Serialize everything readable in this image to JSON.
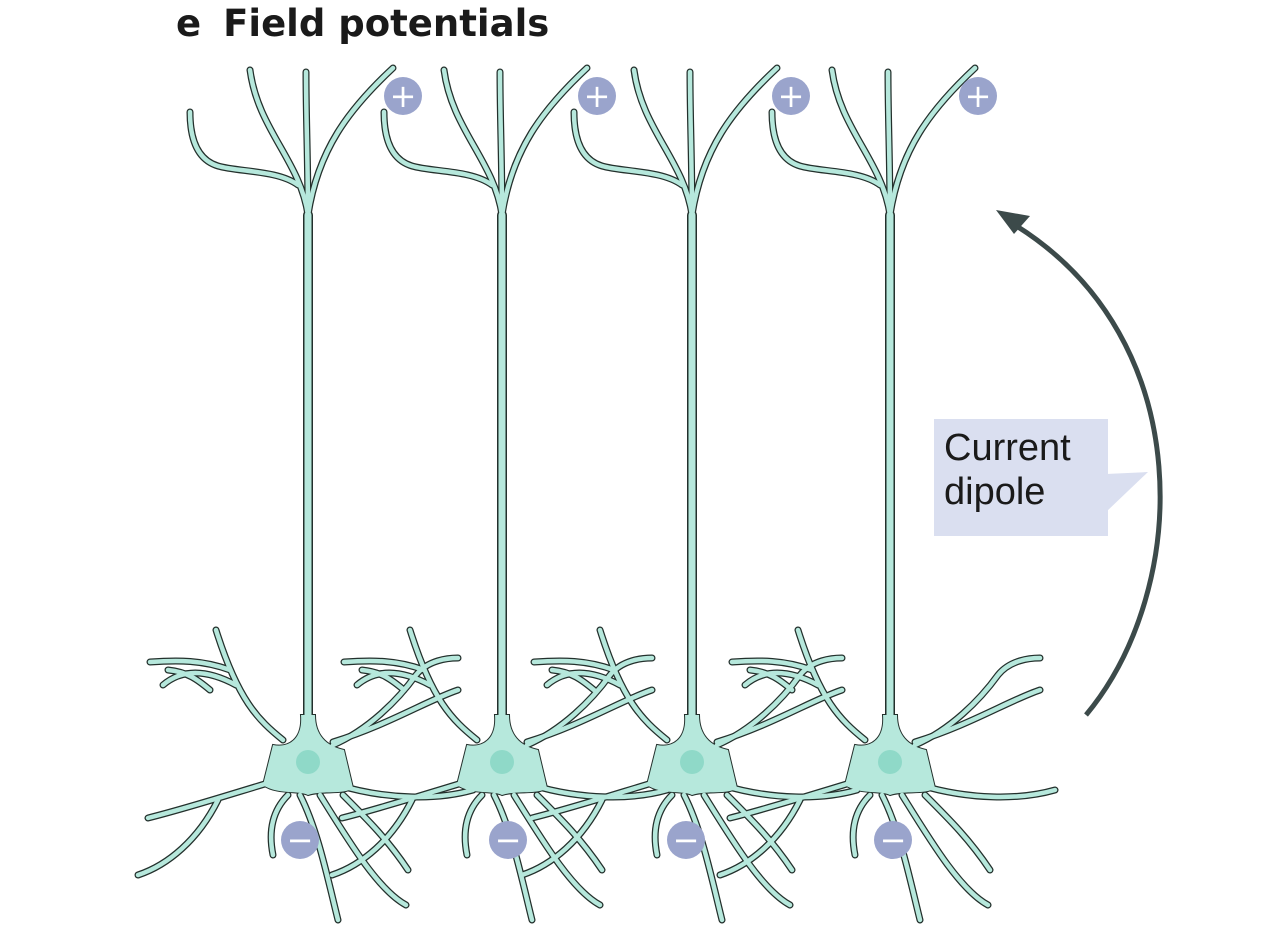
{
  "title": {
    "panel_letter": "e",
    "text": "Field potentials"
  },
  "label": {
    "line1": "Current",
    "line2": "dipole"
  },
  "signs": {
    "positive": "+",
    "negative": "−"
  },
  "colors": {
    "neuron_fill": "#b6e8dc",
    "outline": "#23302c",
    "sign": "#9aa4cc",
    "arrow": "#3c4a4a",
    "label_bg": "#dadff0",
    "nucleus": "#8fd9c8"
  },
  "neurons": 4
}
